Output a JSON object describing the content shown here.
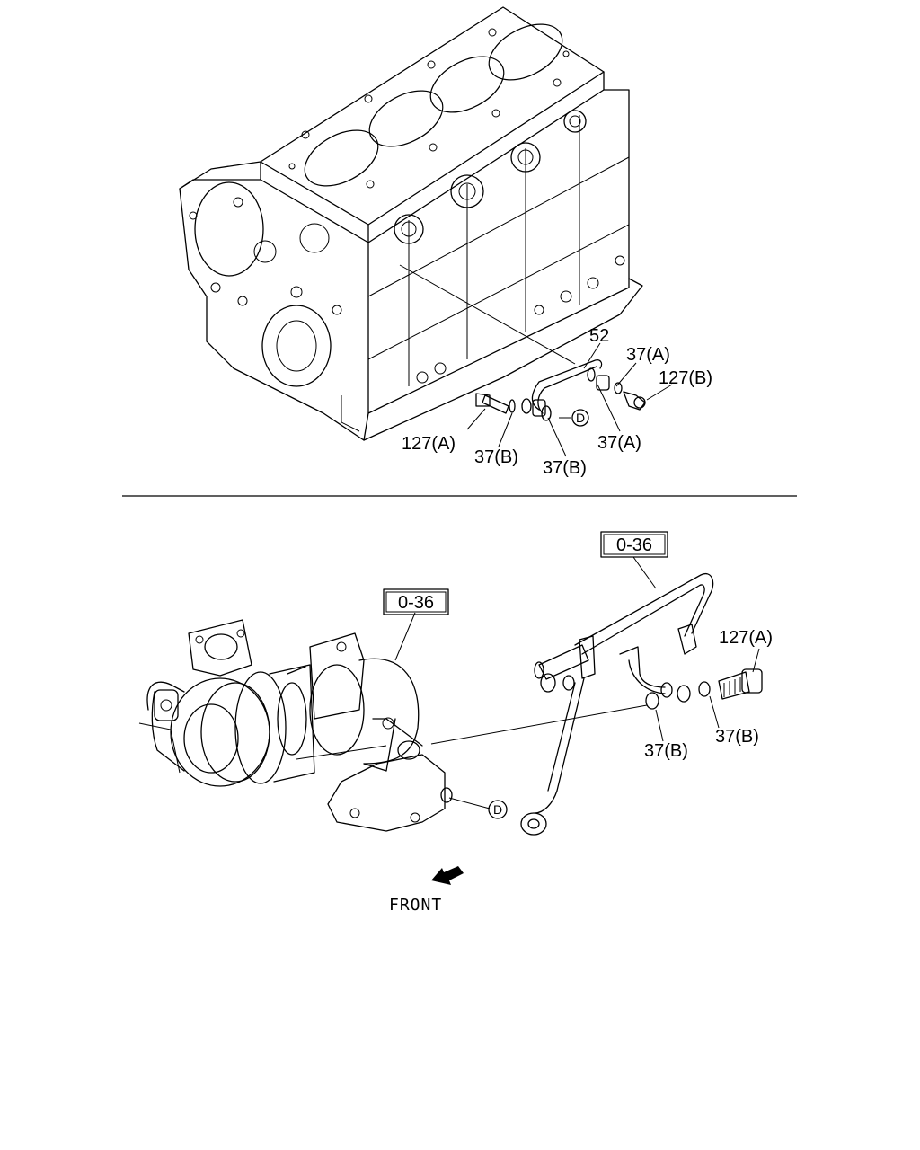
{
  "labels": {
    "top_52": "52",
    "top_37a_upper": "37(A)",
    "top_127b": "127(B)",
    "top_127a": "127(A)",
    "top_37b_left": "37(B)",
    "top_37b_right": "37(B)",
    "top_37a_lower": "37(A)",
    "top_circle_d": "D",
    "bottom_ref_right": "0-36",
    "bottom_ref_left": "0-36",
    "bottom_127a": "127(A)",
    "bottom_37b_right": "37(B)",
    "bottom_37b_left": "37(B)",
    "bottom_circle_d": "D",
    "front": "FRONT"
  }
}
